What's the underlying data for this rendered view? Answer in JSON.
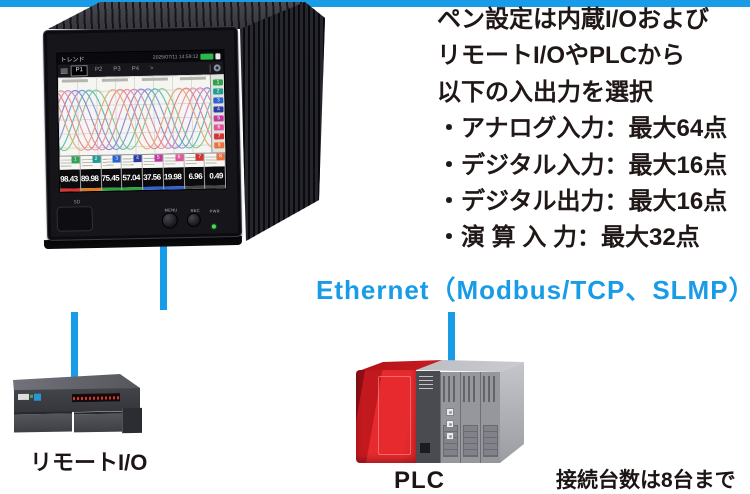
{
  "network": {
    "label": "Ethernet（Modbus/TCP、SLMP）",
    "line_color": "#189ce8"
  },
  "note": {
    "lines": [
      "ペン設定は内蔵I/Oおよび",
      "リモートI/OやPLCから",
      "以下の入出力を選択",
      "・アナログ入力：最大64点",
      "・デジタル入力：最大16点",
      "・デジタル出力：最大16点",
      "・演 算 入 力：最大32点"
    ]
  },
  "recorder": {
    "screen": {
      "title": "トレンド",
      "datetime": "2025/07/11 14:59:12",
      "tabs": [
        "P1",
        "P2",
        "P3",
        "P4",
        ">"
      ],
      "channels": [
        {
          "no": "1",
          "value": "98.43",
          "tag": "#2fa351",
          "bar": "#e03232"
        },
        {
          "no": "2",
          "value": "89.98",
          "tag": "#1f9d96",
          "bar": "#e07a22"
        },
        {
          "no": "3",
          "value": "75.45",
          "tag": "#2a63cf",
          "bar": "#2fa341"
        },
        {
          "no": "4",
          "value": "57.04",
          "tag": "#2a3ba5",
          "bar": "#2fa341"
        },
        {
          "no": "5",
          "value": "37.56",
          "tag": "#c238a0",
          "bar": "#2f62d6"
        },
        {
          "no": "6",
          "value": "19.98",
          "tag": "#e0569c",
          "bar": "#2f62d6"
        },
        {
          "no": "7",
          "value": "6.96",
          "tag": "#d23535",
          "bar": "#45454c"
        },
        {
          "no": "8",
          "value": "0.49",
          "tag": "#e8713c",
          "bar": "#45454c"
        }
      ],
      "wave_colors": [
        "#86c98e",
        "#5bbcb2",
        "#7e9ad8",
        "#8d82d2",
        "#d887bb",
        "#eb93a0",
        "#e6828a",
        "#eaa878"
      ]
    },
    "sd_label": "SD",
    "menu_button_label": "MENU",
    "rec_button_label": "REC",
    "pwr_label": "PWR"
  },
  "remote_io": {
    "label": "リモートI/O"
  },
  "plc": {
    "label": "PLC"
  },
  "footnote": {
    "text": "接続台数は8台まで"
  }
}
